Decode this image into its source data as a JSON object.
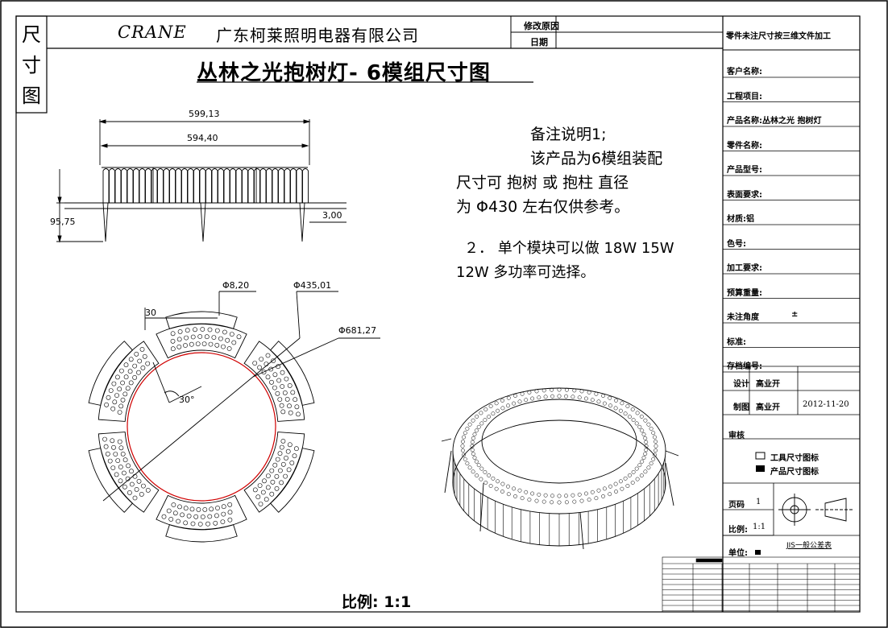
{
  "side_label": [
    "尺",
    "寸",
    "图"
  ],
  "header": {
    "brand": "CRANE",
    "company": "广东柯莱照明电器有限公司",
    "revision_label": "修改原因",
    "date_label": "日期"
  },
  "title": "丛林之光抱树灯- 6模组尺寸图",
  "notes": {
    "line1": "备注说明1;",
    "line2": "该产品为6模组装配",
    "line3": "尺寸可 抱树 或 抱柱 直径",
    "line4": "为 Φ430 左右仅供参考。",
    "line5": "２． 单个模块可以做 18W 15W",
    "line6": "12W  多功率可选择。"
  },
  "dimensions": {
    "width_outer": "599,13",
    "width_inner": "594,40",
    "height": "95,75",
    "thickness": "3,00",
    "hole_dia": "Φ8,20",
    "inner_dia": "Φ435,01",
    "outer_dia": "Φ681,27",
    "offset": "30",
    "angle": "30°"
  },
  "scale_bottom": "比例:  1:1",
  "title_block": {
    "header": "零件未注尺寸按三维文件加工",
    "rows": [
      {
        "label": "客户名称:",
        "value": ""
      },
      {
        "label": "工程项目:",
        "value": ""
      },
      {
        "label": "产品名称:",
        "value": "丛林之光 抱树灯"
      },
      {
        "label": "零件名称:",
        "value": ""
      },
      {
        "label": "产品型号:",
        "value": ""
      },
      {
        "label": "表面要求:",
        "value": ""
      },
      {
        "label": "材质:铝",
        "value": ""
      },
      {
        "label": "色号:",
        "value": ""
      },
      {
        "label": "加工要求:",
        "value": ""
      },
      {
        "label": "预算重量:",
        "value": ""
      },
      {
        "label": "未注角度",
        "value": "±"
      },
      {
        "label": "标准:",
        "value": ""
      },
      {
        "label": "存档编号:",
        "value": ""
      }
    ],
    "design_label": "设计",
    "design_name": "高业开",
    "draw_label": "制图",
    "draw_name": "高业开",
    "draw_date": "2012-11-20",
    "review_label": "审核",
    "legend_tool": "工具尺寸图标",
    "legend_product": "产品尺寸图标",
    "page_label": "页码",
    "page_value": "1",
    "scale_label": "比例:",
    "scale_value": "1:1",
    "unit_label": "单位:",
    "tolerance_label": "JIS一般公差表"
  }
}
